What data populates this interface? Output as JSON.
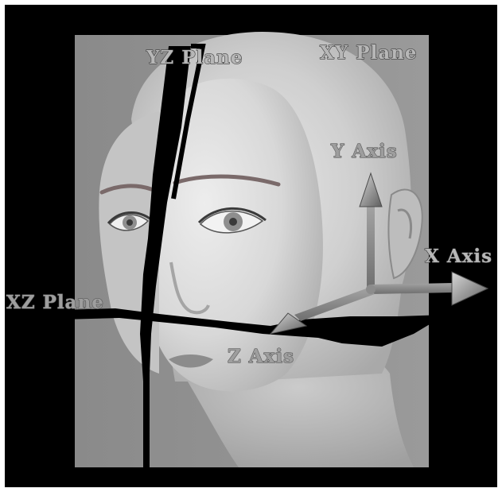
{
  "diagram": {
    "labels": {
      "yz_plane": "YZ Plane",
      "xy_plane": "XY Plane",
      "xz_plane": "XZ Plane",
      "y_axis": "Y Axis",
      "x_axis": "X Axis",
      "z_axis": "Z Axis"
    }
  }
}
